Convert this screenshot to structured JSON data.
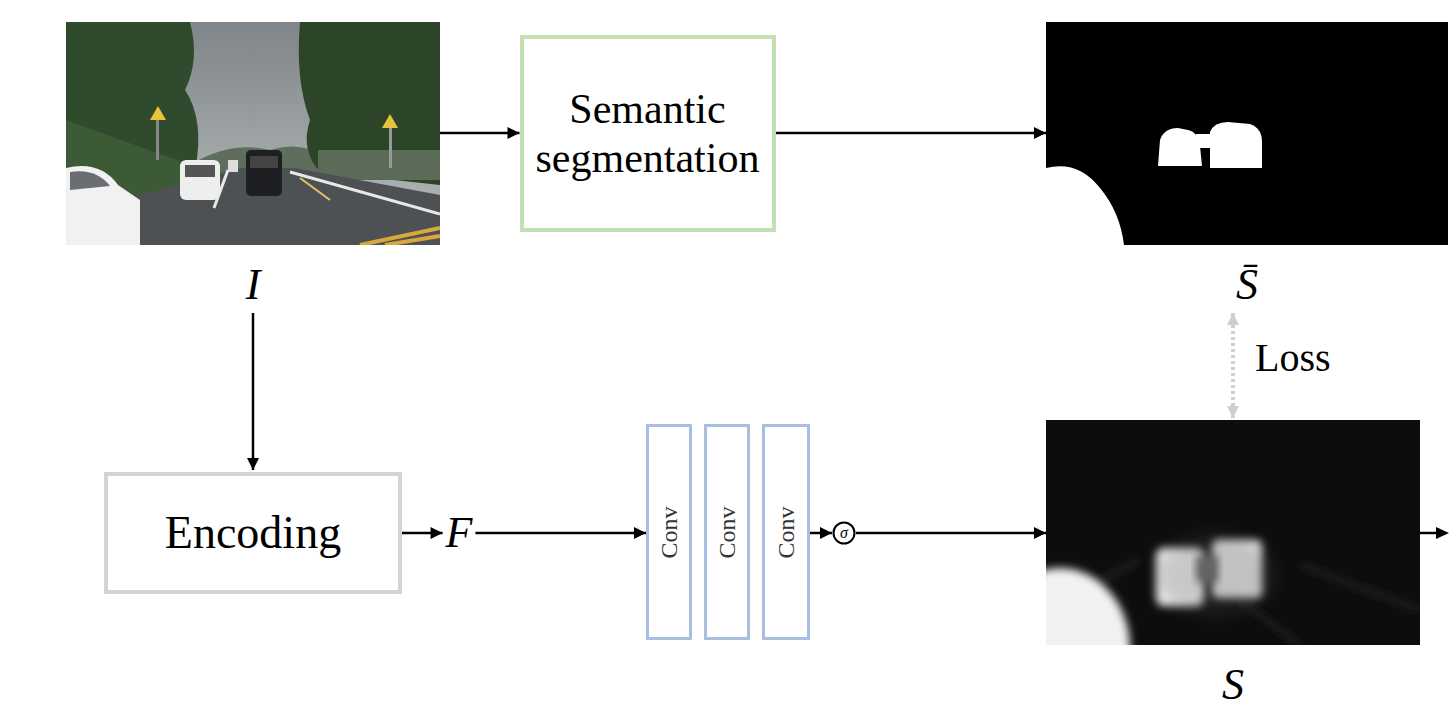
{
  "diagram": {
    "nodes": [
      {
        "text": [
          "I"
        ]
      },
      {
        "text": [
          "Semantic segmentation"
        ]
      },
      {
        "text": [
          "S̄"
        ]
      },
      {
        "text": [
          "Encoding"
        ]
      },
      {
        "text": [
          "F"
        ]
      },
      {
        "text": [
          "Conv"
        ]
      },
      {
        "text": [
          "Conv"
        ]
      },
      {
        "text": [
          "Conv"
        ]
      },
      {
        "text": [
          "σ"
        ]
      },
      {
        "text": [
          "S"
        ]
      }
    ],
    "edges": [
      {
        "from": 0,
        "to": 1,
        "arrow": "to"
      },
      {
        "from": 1,
        "to": 2,
        "arrow": "to"
      },
      {
        "from": 0,
        "to": 3,
        "arrow": "to"
      },
      {
        "from": 3,
        "to": 4,
        "arrow": "to"
      },
      {
        "from": 4,
        "to": 5,
        "arrow": "to"
      },
      {
        "from": 7,
        "to": 8,
        "arrow": "to"
      },
      {
        "from": 8,
        "to": 9,
        "arrow": "to"
      },
      {
        "from": 2,
        "to": 9,
        "label": "Loss",
        "arrow": "both"
      }
    ]
  }
}
